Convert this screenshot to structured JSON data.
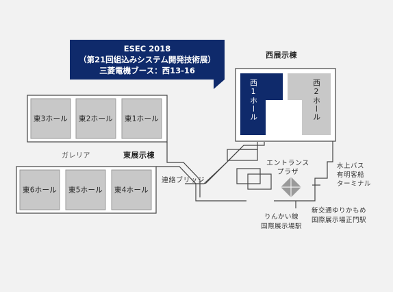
{
  "callout": {
    "line1": "ESEC 2018",
    "line2": "（第21回組込みシステム開発技術展）",
    "line3": "三菱電機ブース：西13-16"
  },
  "areas": {
    "west_building": "西展示棟",
    "east_building": "東展示棟",
    "galleria": "ガレリア",
    "bridge": "連絡ブリッジ",
    "entrance_plaza_line1": "エントランス",
    "entrance_plaza_line2": "プラザ"
  },
  "halls": {
    "west1": "西1ホール",
    "west2": "西2ホール",
    "east1": "東1ホール",
    "east2": "東2ホール",
    "east3": "東3ホール",
    "east4": "東4ホール",
    "east5": "東5ホール",
    "east6": "東6ホール"
  },
  "stations": {
    "rinkai_line1": "りんかい線",
    "rinkai_line2": "国際展示場駅",
    "yurikamome_line1": "新交通ゆりかもめ",
    "yurikamome_line2": "国際展示場正門駅",
    "bus_line1": "水上バス",
    "bus_line2": "有明客船",
    "bus_line3": "ターミナル"
  },
  "colors": {
    "background": "#f2f2f2",
    "hall_fill": "#c8c8c8",
    "highlight": "#0f2a6b",
    "outline": "#444444"
  }
}
